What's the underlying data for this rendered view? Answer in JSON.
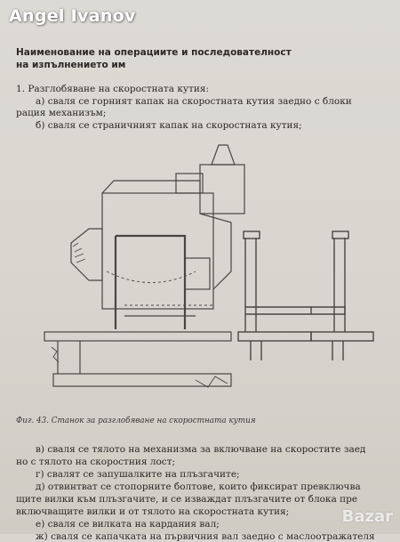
{
  "watermark": "Angel Ivanov",
  "heading": {
    "line1": "Наименование на операциите и последователност",
    "line2": "на изпълнението им"
  },
  "section1": {
    "title": "1. Разглобяване на скоростната кутия:",
    "a_line1": "а) сваля се горният капак на скоростната кутия заедно с блоки",
    "a_line2": "рация механизъм;",
    "b": "б) сваля се страничният капак на скоростната кутия;"
  },
  "figure": {
    "caption": "Фиг. 43. Станок за разглобяване на скоростната кутия"
  },
  "steps": {
    "v_line1": "в) сваля се тялото на механизма за включване на скоростите заед",
    "v_line2": "но с тялото на скоростния лост;",
    "g": "г) свалят се запушалките на плъзгачите;",
    "d_line1": "д) отвинтват се стопорните болтове, които фиксират превключва",
    "d_line2": "щите вилки към плъзгачите, и се изваждат плъзгачите от блока пре",
    "d_line3": "включващите вилки и от тялото на скоростната кутия;",
    "e": "е) сваля се вилката на кардания вал;",
    "zh": "ж) сваля се капачката на първичния вал заедно с маслоотражателя"
  },
  "logo": {
    "text": "Bazar"
  },
  "colors": {
    "paper": "#d9d6cf",
    "ink": "#2a2623",
    "drawing": "#4a4542"
  }
}
